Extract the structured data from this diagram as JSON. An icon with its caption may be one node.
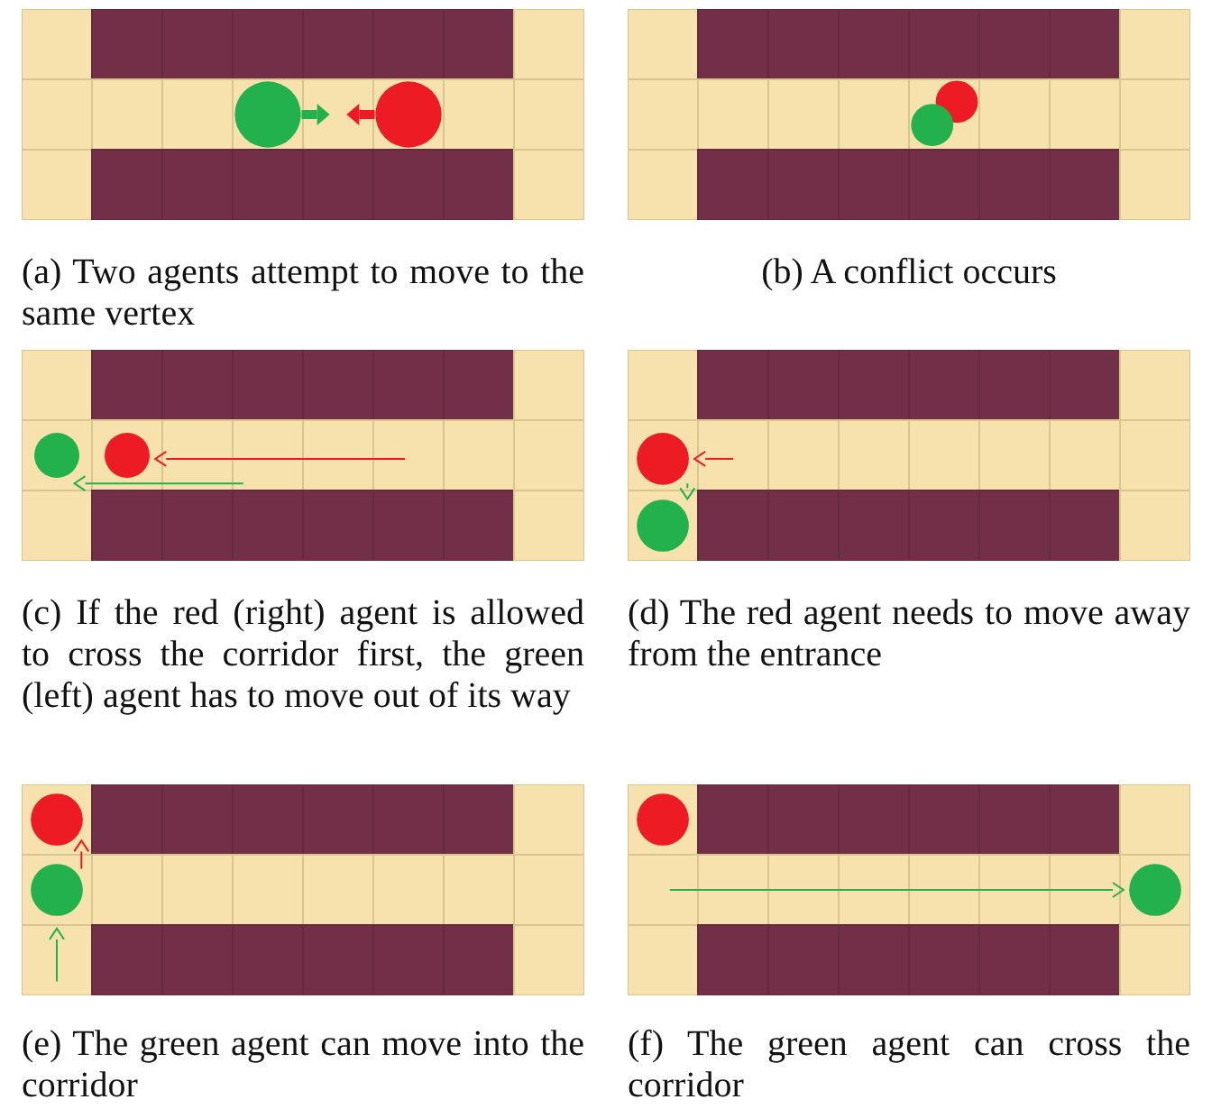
{
  "diagram": {
    "labels": [
      "(a) Two agents attempt to move to the same vertex",
      "(b) A conflict occurs",
      "(c) If the red (right) agent is allowed to cross the corridor first, the green (left) agent has to move out of its way",
      "(d) The red agent needs to move away from the entrance",
      "(e) The green agent can move into the corridor",
      "(f) The green agent can cross the corridor"
    ]
  }
}
